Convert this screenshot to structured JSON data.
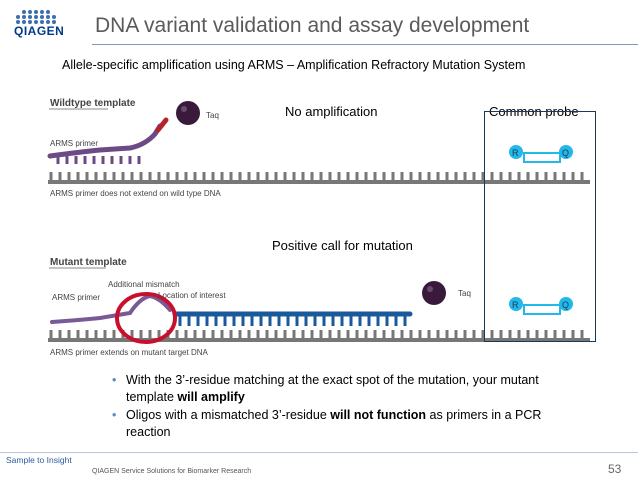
{
  "header": {
    "logo_text": "QIAGEN",
    "title": "DNA variant validation and assay development"
  },
  "subtitle": "Allele-specific amplification using ARMS – Amplification Refractory Mutation System",
  "diagram": {
    "wildtype": {
      "heading": "Wildtype template",
      "taq_label": "Taq",
      "primer_label": "ARMS primer",
      "caption": "ARMS primer does not extend on wild type DNA",
      "status": "No amplification"
    },
    "mutant": {
      "heading": "Mutant template",
      "mismatch_label": "Additional mismatch",
      "location_label": "Location of interest",
      "taq_label": "Taq",
      "primer_label": "ARMS primer",
      "caption": "ARMS primer extends on mutant target DNA",
      "status": "Positive call for mutation"
    },
    "probe": {
      "label": "Common probe",
      "reporter_letter": "R",
      "quencher_letter": "Q"
    },
    "colors": {
      "dna": "#777777",
      "primer_wildtype": "#6b4a86",
      "primer_mutant": "#1a5a9c",
      "mismatch": "#b5222a",
      "taq": "#3a1a3a",
      "highlight_circle": "#c8102e",
      "probe": "#22b8e8"
    }
  },
  "bullets": [
    {
      "parts": [
        {
          "text": "With the 3’-residue matching at the exact spot of the mutation, your mutant template "
        },
        {
          "text": "will amplify",
          "bold": true
        }
      ]
    },
    {
      "parts": [
        {
          "text": "Oligos with a mismatched 3’-residue "
        },
        {
          "text": "will not function",
          "bold": true
        },
        {
          "text": " as primers in a PCR reaction"
        }
      ]
    }
  ],
  "footer": {
    "left": "Sample to Insight",
    "center": "QIAGEN Service Solutions for Biomarker Research",
    "page": "53"
  }
}
